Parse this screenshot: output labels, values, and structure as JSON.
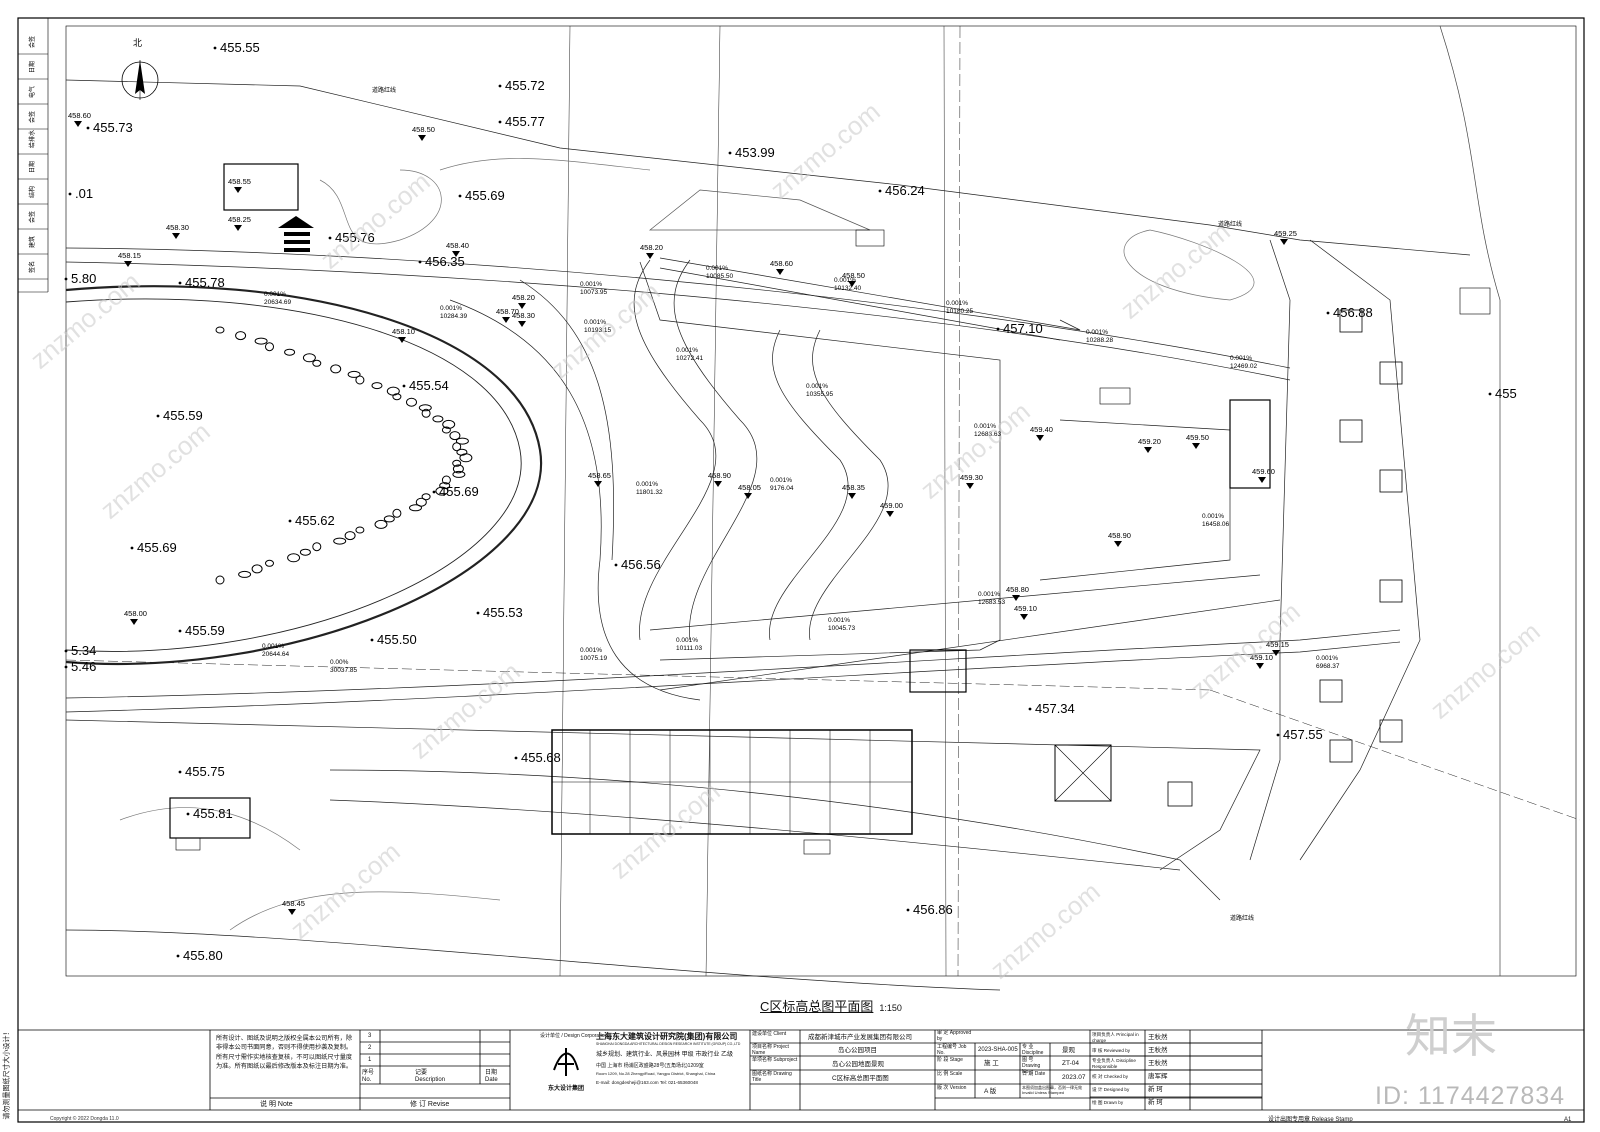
{
  "drawing": {
    "title": "C区标高总图平面图",
    "scale": "1:150",
    "north": "北",
    "red_line": "道路红线"
  },
  "spot_elevations": [
    "455.55",
    "455.72",
    "455.73",
    "455.77",
    "453.99",
    "455.69",
    "456.24",
    "455.76",
    "456.35",
    "455.78",
    "455.54",
    "455.59",
    "455.69",
    "455.62",
    "455.69",
    "456.56",
    "455.53",
    "455.59",
    "455.50",
    "457.10",
    "456.88",
    "455",
    "457.34",
    "457.55",
    "455.68",
    "455.75",
    "455.81",
    "456.86",
    "455.80",
    "5.80",
    ".01",
    "5.34",
    "5.46"
  ],
  "design_elevations": [
    "458.60",
    "458.50",
    "458.30",
    "458.40",
    "458.55",
    "458.25",
    "458.15",
    "458.10",
    "458.70",
    "458.20",
    "458.60",
    "458.50",
    "458.20",
    "458.30",
    "458.65",
    "458.05",
    "458.35",
    "458.90",
    "459.00",
    "459.30",
    "459.40",
    "459.20",
    "459.25",
    "459.50",
    "459.60",
    "459.15",
    "459.10",
    "458.80",
    "458.00",
    "458.45",
    "459.10",
    "458.90"
  ],
  "slopes": [
    "0.001% 20634.69",
    "0.001% 10073.95",
    "0.001% 10085.50",
    "0.001% 10132.40",
    "0.001% 10180.25",
    "0.001% 10284.39",
    "0.001% 10193.15",
    "0.001% 10272.41",
    "0.001% 10355.95",
    "0.001% 10288.28",
    "0.001% 12469.02",
    "0.001% 12683.63",
    "0.001% 11801.32",
    "0.001% 9176.04",
    "0.001% 16458.06",
    "0.001% 12683.53",
    "0.001% 10045.73",
    "0.001% 10111.03",
    "0.001% 10075.19",
    "0.00% 30037.85",
    "0.001% 20644.64",
    "0.001% 6968.37"
  ],
  "notes_text": "所有设计、图纸及说明之版权全属本公司所有，除非得本公司书面同意，否则不得使用抄袭及复制。所有尺寸需作实地核查复核，不可以图纸尺寸量度为准。所有图纸以最后修改版本及标注日期为准。",
  "notes_label": "说 明  Note",
  "revise_label": "修 订  Revise",
  "rev_headers": {
    "no": "序号 No.",
    "desc": "记要 Description",
    "date": "日期 Date"
  },
  "rev_rows": [
    "3",
    "2",
    "1"
  ],
  "design_company": {
    "label": "设计单位 / Design Corporation",
    "name_cn": "上海东大建筑设计研究院(集团)有限公司",
    "name_en": "SHANGHAI DONGDA ARCHITECTURAL DESIGN RESEARCH INSTITUTE (GROUP) CO.,LTD",
    "quals": "城乡规划、建筑行业、风景园林 甲级   市政行业 乙级",
    "addr_cn": "中国 上海市 杨浦区政盛路28号(五角场北)1209室",
    "addr_en": "Room 1209, No.28 ZhengyiRoad, Yangpu District, Shanghai, China",
    "contact": "E-mail: dongdesheji@163.com   Tel: 021-65360048",
    "logo_text": "东大设计集团"
  },
  "project": {
    "client_label": "建设单位 Client",
    "client": "成都新津城市产业发展集团有限公司",
    "project_label": "项目名称 Project Name",
    "project": "岛心公园项目",
    "subproject_label": "单项名称 Subproject",
    "subproject": "岛心公园地面景观",
    "drawing_title_label": "图纸名称 Drawing Title",
    "drawing_title": "C区标高总图平面图"
  },
  "meta": {
    "approved_label": "审 定 Approved by",
    "job_no_label": "工程编号 Job No.",
    "job_no": "2023-SHA-005",
    "discipline_label": "专 业 Discipline",
    "discipline": "景观",
    "stage_label": "阶 段 Stage",
    "stage": "施 工",
    "drawing_no_label": "图 号 Drawing No.",
    "drawing_no": "ZT-04",
    "scale_label": "比 例 Scale",
    "date_label": "日 期 Date",
    "date": "2023.07",
    "version_label": "版 次 Version",
    "version": "A 版",
    "stamp_note": "本图须加盖出图章，否则一律无效 Invalid Unless Stamped"
  },
  "signatures": [
    {
      "role": "项目负责人 Principal in charge",
      "name": "王秋然"
    },
    {
      "role": "审 核 Reviewed by",
      "name": "王秋然"
    },
    {
      "role": "专业负责人 Discipline Responsible",
      "name": "王秋然"
    },
    {
      "role": "校 对 Checked by",
      "name": "唐军辉"
    },
    {
      "role": "设 计 Designed by",
      "name": "新 珂"
    },
    {
      "role": "绘 图 Drawn by",
      "name": "新 珂"
    }
  ],
  "release_stamp": "设计出图专用章  Release Stamp",
  "sheet_size": "A1",
  "copyright": "Copyright © 2022 Dongda 11.0",
  "vertical_text": "请勿测量图纸尺寸大小设计！",
  "left_strip": [
    "会签",
    "日期",
    "电气",
    "会签",
    "给排水",
    "日期",
    "结构",
    "会签",
    "建筑",
    "签名"
  ],
  "watermark_site": "znzmo.com",
  "watermark_brand": "知末",
  "watermark_id": "ID: 1174427834"
}
